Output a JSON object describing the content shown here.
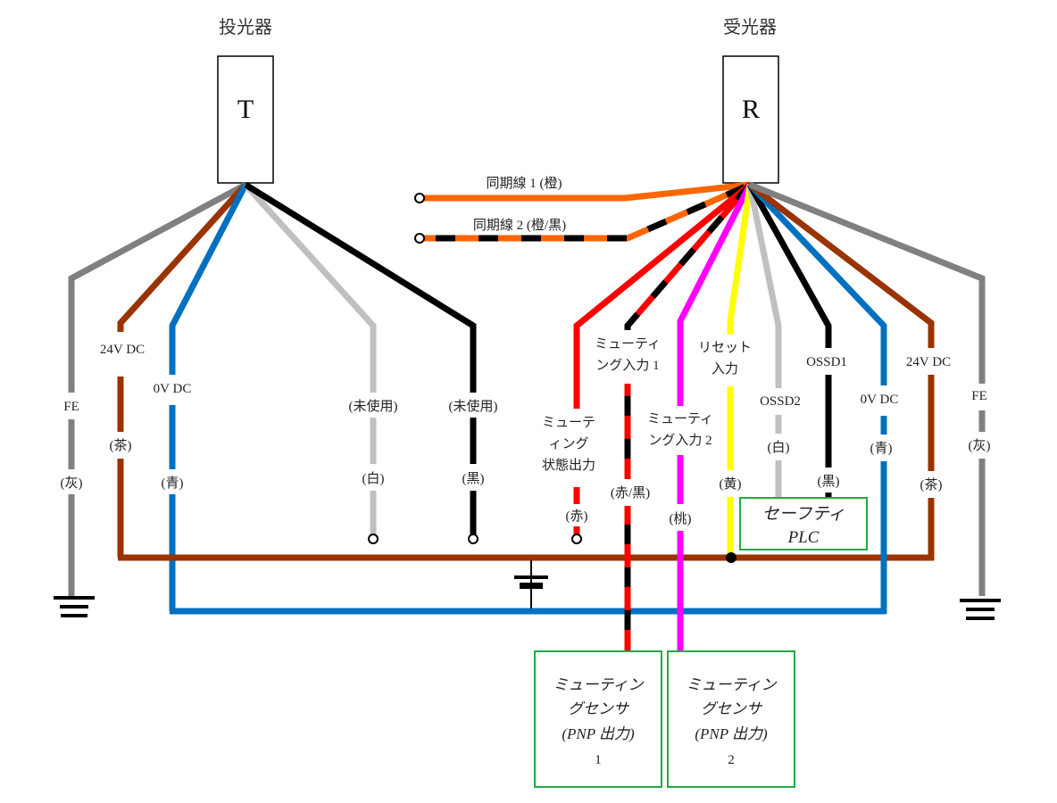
{
  "emitter": {
    "title": "投光器",
    "letter": "T"
  },
  "receiver": {
    "title": "受光器",
    "letter": "R"
  },
  "colors": {
    "gray": "#808080",
    "brown": "#993300",
    "blue": "#0070C0",
    "white": "#C0C0C0",
    "black": "#000000",
    "orange": "#FF6600",
    "red": "#FF0000",
    "pink": "#FF00FF",
    "yellow": "#FFFF00",
    "green": "#22AA44"
  },
  "sync": {
    "line1": "同期線 1 (橙)",
    "line2": "同期線 2 (橙/黒)"
  },
  "emitter_wires": {
    "fe": {
      "name": "FE",
      "color": "(灰)"
    },
    "v24": {
      "name": "24V DC",
      "color": "(茶)"
    },
    "v0": {
      "name": "0V DC",
      "color": "(青)"
    },
    "unused_white": {
      "name": "(未使用)",
      "color": "(白)"
    },
    "unused_black": {
      "name": "(未使用)",
      "color": "(黒)"
    }
  },
  "receiver_wires": {
    "muting_status": {
      "lines": [
        "ミューテ",
        "ィング",
        "状態出力"
      ],
      "color": "(赤)"
    },
    "muting_in1": {
      "lines": [
        "ミューティ",
        "ング入力 1"
      ],
      "color": "(赤/黒)"
    },
    "muting_in2": {
      "lines": [
        "ミューティ",
        "ング入力 2"
      ],
      "color": "(桃)"
    },
    "reset": {
      "lines": [
        "リセット",
        "入力"
      ],
      "color": "(黄)"
    },
    "ossd2": {
      "name": "OSSD2",
      "color": "(白)"
    },
    "ossd1": {
      "name": "OSSD1",
      "color": "(黒)"
    },
    "v0": {
      "name": "0V DC",
      "color": "(青)"
    },
    "v24": {
      "name": "24V DC",
      "color": "(茶)"
    },
    "fe": {
      "name": "FE",
      "color": "(灰)"
    }
  },
  "plc": {
    "line1": "セーフティ",
    "line2": "PLC"
  },
  "sensors": [
    {
      "line1": "ミューティン",
      "line2": "グセンサ",
      "line3": "(PNP 出力)",
      "num": "1"
    },
    {
      "line1": "ミューティン",
      "line2": "グセンサ",
      "line3": "(PNP 出力)",
      "num": "2"
    }
  ]
}
